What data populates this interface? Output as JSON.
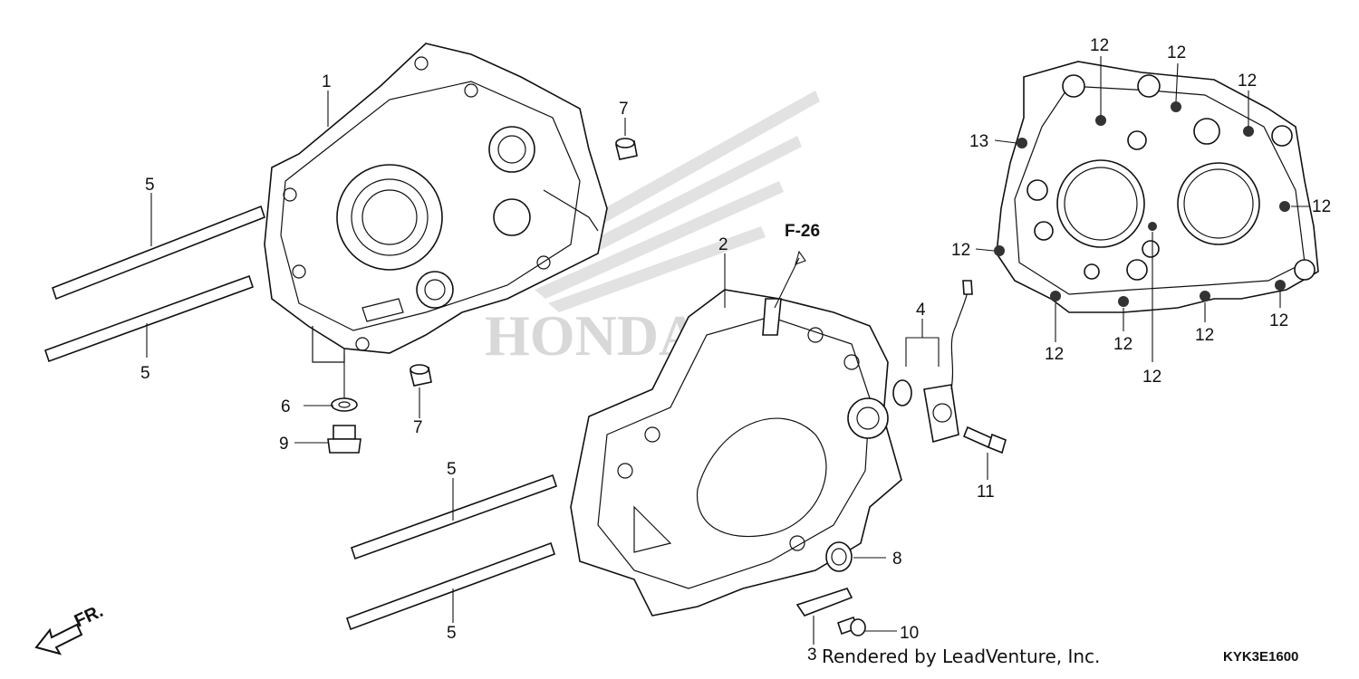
{
  "watermark": {
    "text": "HONDA"
  },
  "ref_link": {
    "label": "F-26"
  },
  "front_marker": {
    "label": "FR."
  },
  "footer": {
    "credit": "Rendered by LeadVenture, Inc.",
    "diagram_code": "KYK3E1600"
  },
  "callouts": {
    "c1": "1",
    "c2": "2",
    "c3": "3",
    "c4": "4",
    "c5a": "5",
    "c5b": "5",
    "c5c": "5",
    "c5d": "5",
    "c6": "6",
    "c7a": "7",
    "c7b": "7",
    "c8": "8",
    "c9": "9",
    "c10": "10",
    "c11": "11",
    "c12a": "12",
    "c12b": "12",
    "c12c": "12",
    "c12d": "12",
    "c12e": "12",
    "c12f": "12",
    "c12g": "12",
    "c12h": "12",
    "c12i": "12",
    "c12j": "12",
    "c13": "13"
  }
}
